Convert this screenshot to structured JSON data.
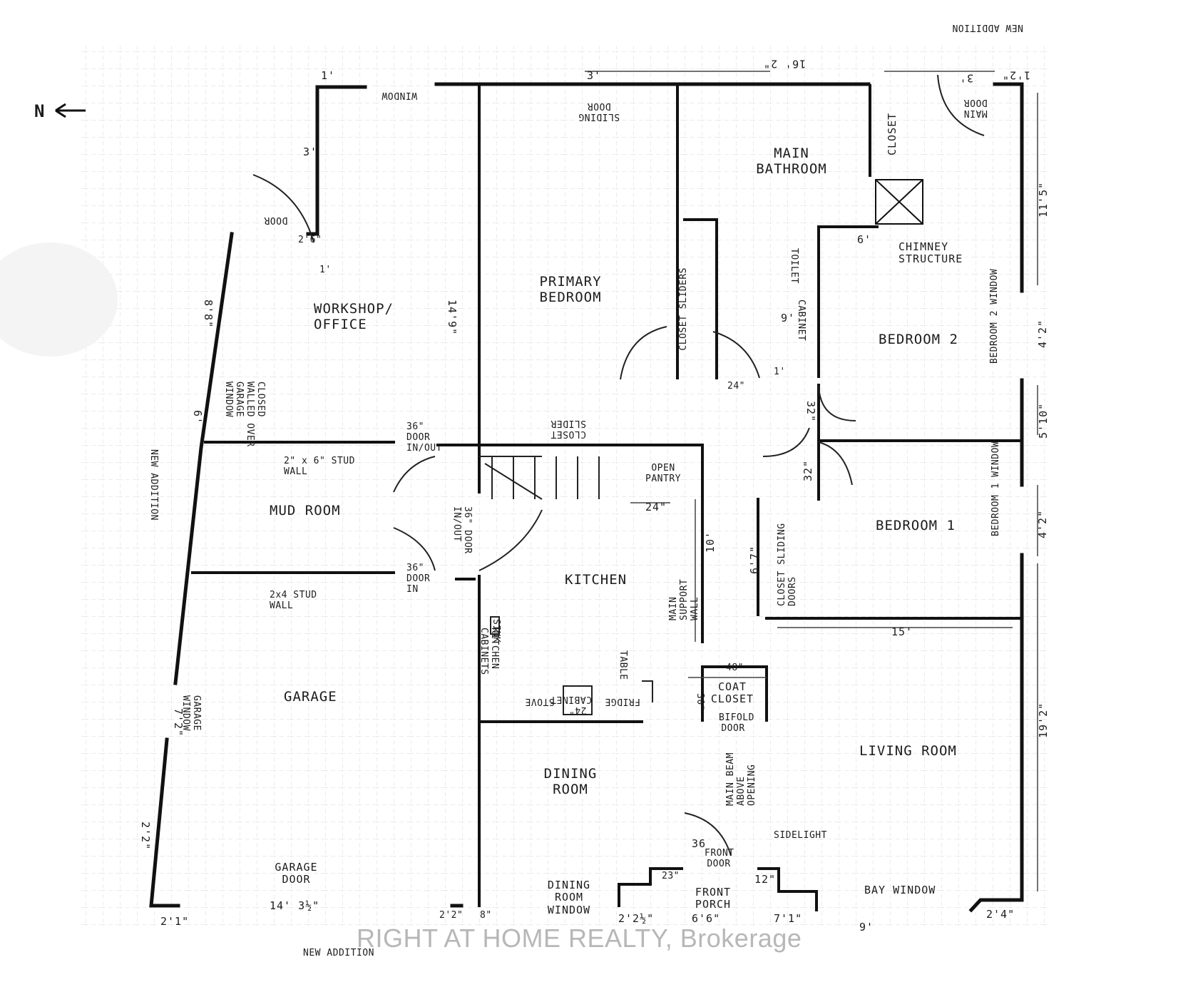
{
  "north_arrow": "N",
  "rooms": {
    "workshop": "WORKSHOP/ OFFICE",
    "primary_bedroom": "PRIMARY BEDROOM",
    "main_bathroom": "MAIN BATHROOM",
    "bedroom2": "BEDROOM 2",
    "bedroom1": "BEDROOM 1",
    "mud_room": "MUD ROOM",
    "kitchen": "KITCHEN",
    "garage": "GARAGE",
    "dining_room": "DINING ROOM",
    "living_room": "LIVING ROOM",
    "coat_closet": "COAT CLOSET"
  },
  "notes": {
    "new_addition_top": "NEW ADDITION",
    "new_addition_left": "NEW ADDITION",
    "new_addition_bottom": "NEW ADDITION",
    "window_top": "WINDOW",
    "sliding_door": "SLIDING DOOR",
    "main_door": "MAIN DOOR",
    "closet_top": "CLOSET",
    "chimney": "CHIMNEY STRUCTURE",
    "toilet": "TOILET",
    "cabinet": "CABINET",
    "closet_sliders_upper": "CLOSET SLIDERS",
    "closet_sliders_lower": "CLOSET SLIDER",
    "bedroom2_window": "BEDROOM 2 WINDOW",
    "bedroom1_window": "BEDROOM 1 WINDOW",
    "closed_garage_window": "CLOSED WALLED OVER GARAGE WINDOW",
    "stud_wall_2x6": "2\" x 6\" STUD WALL",
    "stud_wall_2x4": "2x4 STUD WALL",
    "door_36_inout": "36\" DOOR IN/OUT",
    "door_36_in": "36\" DOOR IN",
    "door_36_kitchen": "36\" DOOR IN/OUT",
    "open_pantry": "OPEN PANTRY",
    "main_support_wall": "MAIN SUPPORT WALL",
    "closet_sliding_doors": "CLOSET SLIDING DOORS",
    "kitchen_cabinets": "KITCHEN CABINETS",
    "sink": "SINK",
    "stove": "STOVE",
    "cabinet_24": "24\" CABINET",
    "fridge": "FRIDGE",
    "table": "TABLE",
    "bifold_door": "BIFOLD DOOR",
    "main_beam": "MAIN BEAM ABOVE OPENING",
    "front_door": "FRONT DOOR",
    "sidelight": "SIDELIGHT",
    "front_porch": "FRONT PORCH",
    "bay_window": "BAY WINDOW",
    "garage_window": "GARAGE WINDOW",
    "garage_door": "GARAGE DOOR",
    "dining_room_window": "DINING ROOM WINDOW",
    "door_small": "DOOR"
  },
  "dimensions": {
    "d_16_2": "16' 2\"",
    "d_3_top": "3'",
    "d_1_top": "1'",
    "d_3_right": "3'",
    "d_1_2_right": "1'2\"",
    "d_3_left": "3'",
    "d_2_6": "2'6\"",
    "d_8_8": "8'8\"",
    "d_14_9": "14'9\"",
    "d_6_bath": "6'",
    "d_9": "9'",
    "d_11_5": "11'5\"",
    "d_4_2_upper": "4'2\"",
    "d_5_10": "5'10\"",
    "d_4_2_lower": "4'2\"",
    "d_32_a": "32\"",
    "d_32_b": "32\"",
    "d_24_a": "24\"",
    "d_24_pantry": "24\"",
    "d_10": "10'",
    "d_6_7": "6'7\"",
    "d_15": "15'",
    "d_48": "48\"",
    "d_30": "30\"",
    "d_19_2": "19'2\"",
    "d_7_2": "7'2\"",
    "d_2_2": "2'2\"",
    "d_36": "36",
    "d_12": "12\"",
    "d_23": "23\"",
    "d_22_half": "2'2½\"",
    "d_6_half": "6'6\"",
    "d_7_1": "7'1\"",
    "d_2_4": "2'4\"",
    "d_9_bottom": "9'",
    "d_14_3_half": "14' 3½\"",
    "d_2_1": "2'1\"",
    "d_2_2_bottom": "2'2\"",
    "d_8": "8\"",
    "d_6_left": "6'",
    "d_1_left": "1'",
    "d_1_small": "1'"
  },
  "watermark": "RIGHT AT HOME REALTY, Brokerage"
}
